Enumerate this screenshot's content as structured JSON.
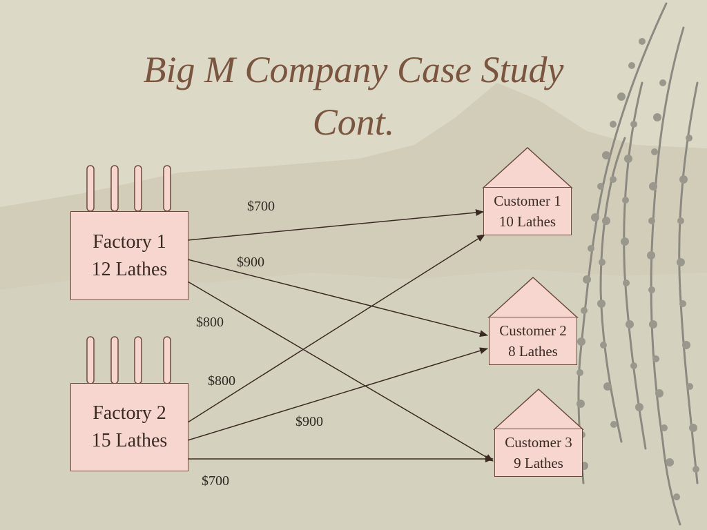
{
  "slide": {
    "title_line_1": "Big M Company Case Study",
    "title_line_2": "Cont."
  },
  "factories": [
    {
      "name": "Factory 1",
      "supply": "12 Lathes"
    },
    {
      "name": "Factory 2",
      "supply": "15 Lathes"
    }
  ],
  "customers": [
    {
      "name": "Customer 1",
      "demand": "10 Lathes"
    },
    {
      "name": "Customer 2",
      "demand": "8 Lathes"
    },
    {
      "name": "Customer 3",
      "demand": "9 Lathes"
    }
  ],
  "routes": [
    {
      "from": "Factory 1",
      "to": "Customer 1",
      "cost": "$700"
    },
    {
      "from": "Factory 1",
      "to": "Customer 2",
      "cost": "$900"
    },
    {
      "from": "Factory 1",
      "to": "Customer 3",
      "cost": "$800"
    },
    {
      "from": "Factory 2",
      "to": "Customer 1",
      "cost": "$800"
    },
    {
      "from": "Factory 2",
      "to": "Customer 2",
      "cost": "$900"
    },
    {
      "from": "Factory 2",
      "to": "Customer 3",
      "cost": "$700"
    }
  ],
  "colors": {
    "title": "#7a5540",
    "box_fill": "#f7d6d0",
    "box_border": "#6b4a3c",
    "arrow": "#3a2a22",
    "background": "#dcd9c6"
  }
}
